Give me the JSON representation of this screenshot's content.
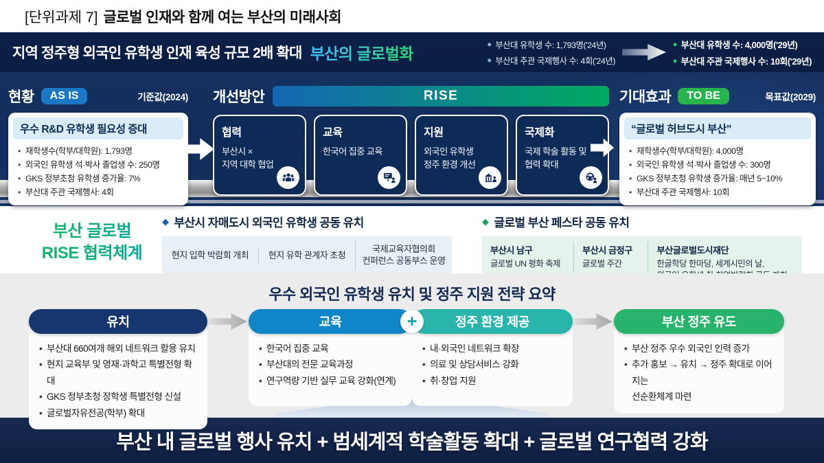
{
  "page_title": {
    "prefix": "[단위과제 7]",
    "title": "글로벌 인재와 함께 여는 부산의 미래사회"
  },
  "hero": {
    "headline": "지역 정주형 외국인 유학생 인재 육성 규모 2배 확대",
    "highlight": "부산의 글로벌화",
    "current_stats": [
      "부산대 유학생 수: 1,793명('24년)",
      "부산대 주관 국제행사 수: 4회('24년)"
    ],
    "target_stats": [
      "부산대 유학생 수: 4,000명('29년)",
      "부산대 주관 국제행사 수: 10회('29년)"
    ]
  },
  "as_is": {
    "label": "현황",
    "badge": "AS IS",
    "ref": "기준값(2024)",
    "card_title": "우수 R&D 유학생 필요성 증대",
    "items": [
      "재학생수(학부/대학원): 1,793명",
      "외국인 유학생 석·박사 졸업생 수: 250명",
      "GKS 정부초청 유학생 증가율: 7%",
      "부산대 주관 국제행사: 4회"
    ]
  },
  "improvement": {
    "label": "개선방안",
    "banner": "RISE",
    "cards": [
      {
        "title": "협력",
        "desc": "부산시 ×\n지역 대학 협업",
        "icon": "people-icon"
      },
      {
        "title": "교육",
        "desc": "한국어 집중 교육",
        "icon": "education-icon"
      },
      {
        "title": "지원",
        "desc": "외국인 유학생\n정주 환경 개선",
        "icon": "support-icon"
      },
      {
        "title": "국제화",
        "desc": "국제 학술 활동 및\n협력 확대",
        "icon": "globe-icon"
      }
    ]
  },
  "to_be": {
    "label": "기대효과",
    "badge": "TO BE",
    "ref": "목표값(2029)",
    "card_title": "“글로벌 허브도시 부산”",
    "items": [
      "재학생수(학부/대학원): 4,000명",
      "외국인 유학생 석·박사 졸업생 수: 300명",
      "GKS 정부초청 유학생 증가율: 매년 5~10%",
      "부산대 주관 국제행사: 10회"
    ]
  },
  "cooperation": {
    "title": "부산 글로벌\nRISE 협력체계",
    "groups": [
      {
        "heading": "부산시 자매도시 외국인 유학생 공동 유치",
        "items": [
          "현지 입학 박람회 개최",
          "현지 유학 관계자 초청",
          "국제교육자협의회\n컨퍼런스 공동부스 운영"
        ]
      },
      {
        "heading": "글로벌 부산 페스타 공동 유치",
        "items": [
          {
            "title": "부산시 남구",
            "desc": "글로벌 UN 평화 축제"
          },
          {
            "title": "부산시 금정구",
            "desc": "글로벌 주간"
          },
          {
            "title": "부산글로벌도시재단",
            "desc": "한글학당 한마당, 세계시민의 날,\n외국인 유학생 취·창업박람회 공동 개최"
          }
        ]
      }
    ]
  },
  "strategy": {
    "title": "우수 외국인 유학생 유치 및 정주 지원 전략 요약",
    "columns": [
      {
        "header": "유치",
        "color": "#15376e",
        "items": [
          "부산대 660여개 해외 네트워크 활용 유치",
          "현지 교육부 및 영재·과학고 특별전형 확대",
          "GKS 정부초청 장학생 특별전형 신설",
          "글로벌자유전공(학부) 확대"
        ]
      },
      {
        "header": "교육",
        "color": "#0e86c8",
        "items": [
          "한국어 집중 교육",
          "부산대의 전문 교육과정",
          "연구역량 기반 실무 교육 강화(연계)"
        ]
      },
      {
        "header": "정주 환경 제공",
        "color": "#2ab5ac",
        "items": [
          "내·외국인 네트워크 확장",
          "의료 및 상담서비스 강화",
          "취·창업 지원"
        ]
      },
      {
        "header": "부산 정주 유도",
        "color": "#27b36b",
        "items": [
          "부산 정주 우수 외국인 인력 증가",
          "추가 홍보 → 유치 → 정주 확대로 이어지는\n선순환체계 마련"
        ]
      }
    ]
  },
  "footer": {
    "text": "부산 내 글로벌 행사 유치 + 범세계적 학술활동 확대 + 글로벌 연구협력 강화"
  },
  "accents": {
    "navy_dark": "#0c2048",
    "navy_card": "#0e2b58",
    "blue_badge": "#1c78c5",
    "green_badge": "#29b34f",
    "rise_gradient": [
      "#1566b3",
      "#00a95f"
    ],
    "teal_pill": "#2ab5ac",
    "green_pill": "#27b36b",
    "blue_pill": "#0e86c8",
    "navy_pill": "#15376e"
  }
}
